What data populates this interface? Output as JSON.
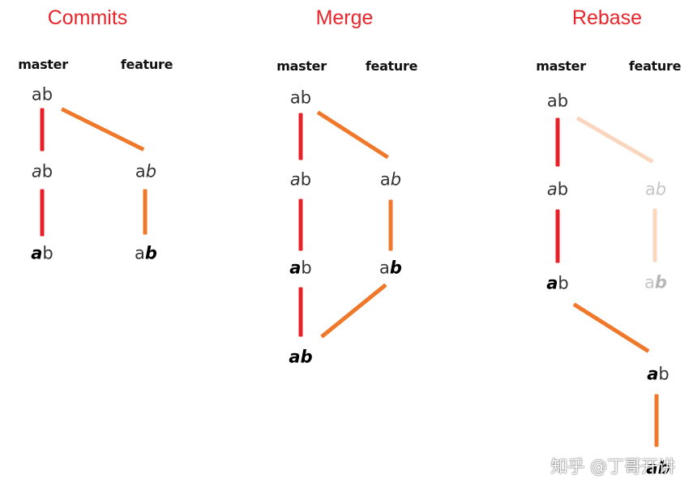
{
  "panels": [
    {
      "title": "Commits",
      "master_label": "master",
      "feature_label": "feature"
    },
    {
      "title": "Merge",
      "master_label": "master",
      "feature_label": "feature"
    },
    {
      "title": "Rebase",
      "master_label": "master",
      "feature_label": "feature"
    }
  ],
  "colors": {
    "title": "#e8252b",
    "master_edge": "#e8202a",
    "feature_edge": "#f0782a",
    "faded_edge": "#f9d6bd"
  },
  "node_text": "ab",
  "watermark": "知乎 @丁哥开讲"
}
